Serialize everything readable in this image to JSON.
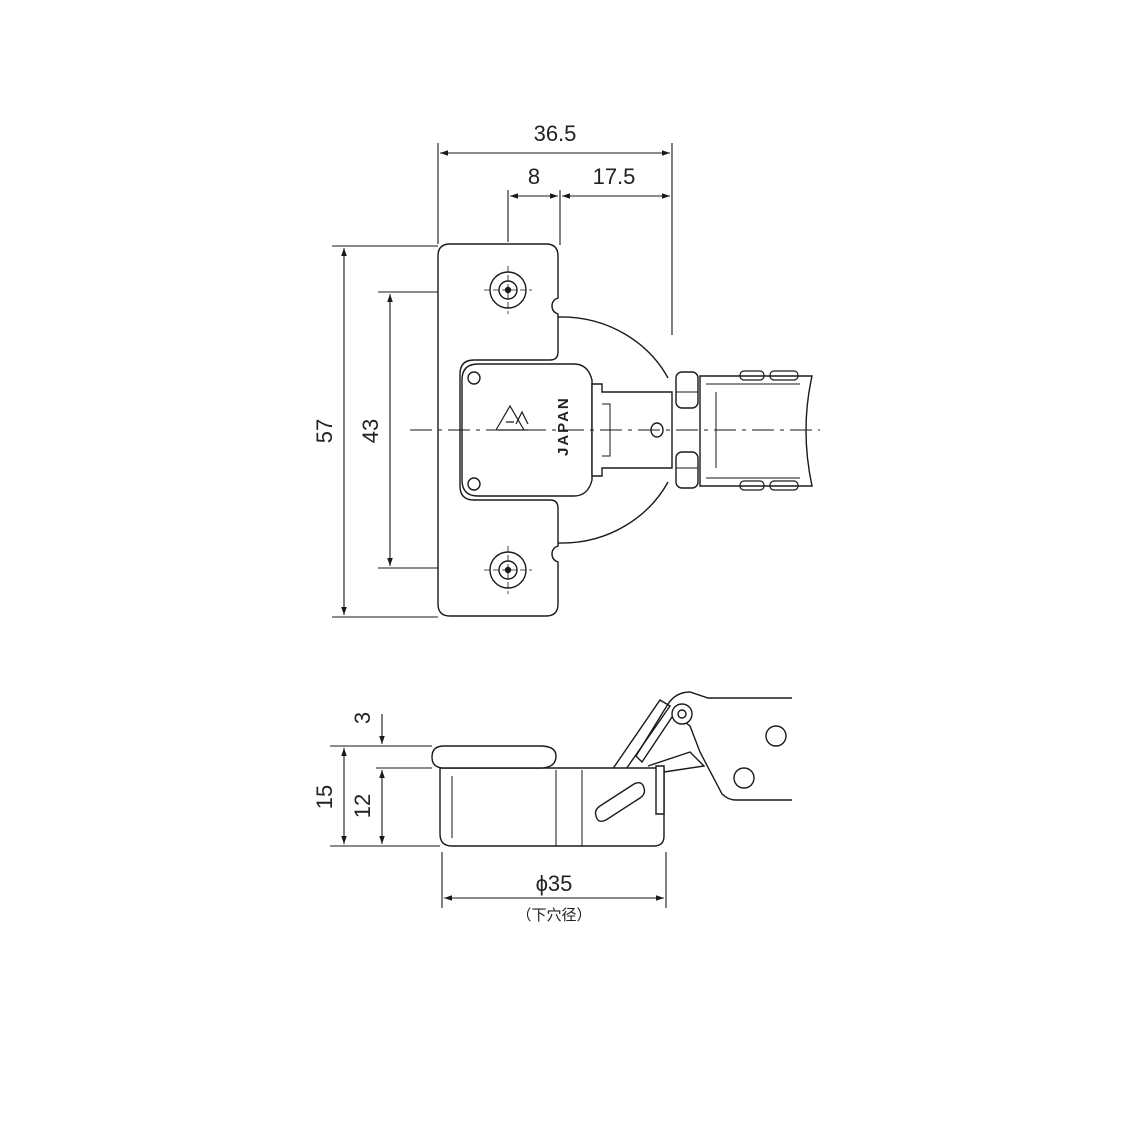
{
  "top_view": {
    "dim_total_width": "36.5",
    "dim_hole_offset": "8",
    "dim_arm_offset": "17.5",
    "dim_plate_height": "57",
    "dim_hole_pitch": "43",
    "stamp": "JAPAN"
  },
  "side_view": {
    "dim_flange": "3",
    "dim_total_depth": "15",
    "dim_cup_depth": "12",
    "dim_cup_diameter": "ϕ35",
    "dim_cup_note": "（下穴径）"
  },
  "colors": {
    "line": "#1a1a1a",
    "fill": "#ffffff"
  }
}
